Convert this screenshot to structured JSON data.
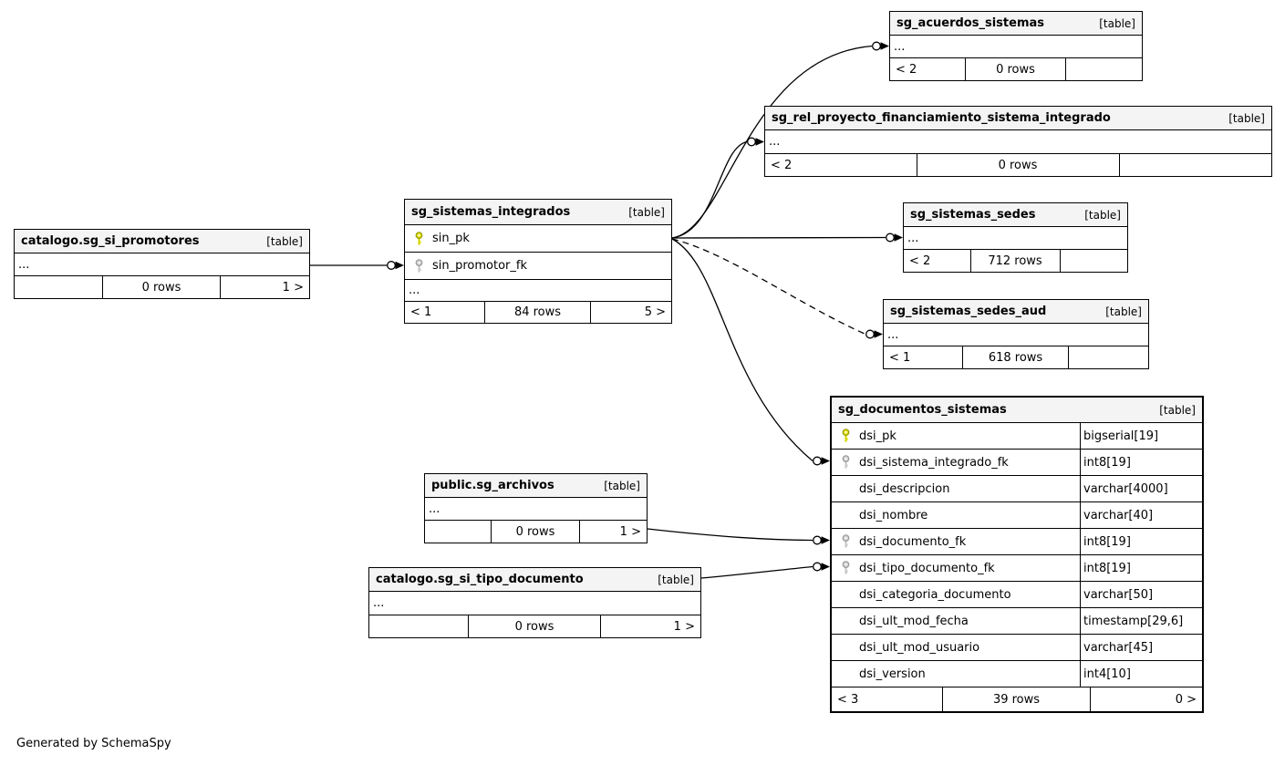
{
  "footer_note": "Generated by SchemaSpy",
  "ellipsis_label": "...",
  "icon_colors": {
    "primary_key_fill": "#e3e312",
    "primary_key_stroke": "#969600",
    "foreign_key_fill": "#d2d2d2",
    "foreign_key_stroke": "#999999"
  },
  "tables": [
    {
      "id": "sg_si_promotores",
      "title": "catalogo.sg_si_promotores",
      "badge": "[table]",
      "columns": [],
      "has_ellipsis": true,
      "footer": [
        "",
        "0 rows",
        "1 >"
      ]
    },
    {
      "id": "sg_sistemas_integrados",
      "title": "sg_sistemas_integrados",
      "badge": "[table]",
      "columns": [
        {
          "icon": "primary-key",
          "name": "sin_pk",
          "type": ""
        },
        {
          "icon": "foreign-key",
          "name": "sin_promotor_fk",
          "type": ""
        }
      ],
      "has_ellipsis": true,
      "footer": [
        "< 1",
        "84 rows",
        "5 >"
      ]
    },
    {
      "id": "sg_acuerdos_sistemas",
      "title": "sg_acuerdos_sistemas",
      "badge": "[table]",
      "columns": [],
      "has_ellipsis": true,
      "footer": [
        "< 2",
        "0 rows",
        ""
      ]
    },
    {
      "id": "sg_rel_proyecto_financiamiento_sistema_integrado",
      "title": "sg_rel_proyecto_financiamiento_sistema_integrado",
      "badge": "[table]",
      "columns": [],
      "has_ellipsis": true,
      "footer": [
        "< 2",
        "0 rows",
        ""
      ]
    },
    {
      "id": "sg_sistemas_sedes",
      "title": "sg_sistemas_sedes",
      "badge": "[table]",
      "columns": [],
      "has_ellipsis": true,
      "footer": [
        "< 2",
        "712 rows",
        ""
      ]
    },
    {
      "id": "sg_sistemas_sedes_aud",
      "title": "sg_sistemas_sedes_aud",
      "badge": "[table]",
      "columns": [],
      "has_ellipsis": true,
      "footer": [
        "< 1",
        "618 rows",
        ""
      ]
    },
    {
      "id": "sg_documentos_sistemas",
      "title": "sg_documentos_sistemas",
      "badge": "[table]",
      "emphasized": true,
      "columns": [
        {
          "icon": "primary-key",
          "name": "dsi_pk",
          "type": "bigserial[19]"
        },
        {
          "icon": "foreign-key",
          "name": "dsi_sistema_integrado_fk",
          "type": "int8[19]"
        },
        {
          "icon": "",
          "name": "dsi_descripcion",
          "type": "varchar[4000]"
        },
        {
          "icon": "",
          "name": "dsi_nombre",
          "type": "varchar[40]"
        },
        {
          "icon": "foreign-key",
          "name": "dsi_documento_fk",
          "type": "int8[19]"
        },
        {
          "icon": "foreign-key",
          "name": "dsi_tipo_documento_fk",
          "type": "int8[19]"
        },
        {
          "icon": "",
          "name": "dsi_categoria_documento",
          "type": "varchar[50]"
        },
        {
          "icon": "",
          "name": "dsi_ult_mod_fecha",
          "type": "timestamp[29,6]"
        },
        {
          "icon": "",
          "name": "dsi_ult_mod_usuario",
          "type": "varchar[45]"
        },
        {
          "icon": "",
          "name": "dsi_version",
          "type": "int4[10]"
        }
      ],
      "has_ellipsis": false,
      "footer": [
        "< 3",
        "39 rows",
        "0 >"
      ]
    },
    {
      "id": "sg_archivos",
      "title": "public.sg_archivos",
      "badge": "[table]",
      "columns": [],
      "has_ellipsis": true,
      "footer": [
        "",
        "0 rows",
        "1 >"
      ]
    },
    {
      "id": "sg_si_tipo_documento",
      "title": "catalogo.sg_si_tipo_documento",
      "badge": "[table]",
      "columns": [],
      "has_ellipsis": true,
      "footer": [
        "",
        "0 rows",
        "1 >"
      ]
    }
  ],
  "relationships": [
    {
      "from": "catalogo.sg_si_promotores",
      "to": "sg_sistemas_integrados.sin_promotor_fk",
      "style": "solid"
    },
    {
      "from": "sg_sistemas_integrados.sin_pk",
      "to": "sg_acuerdos_sistemas",
      "style": "solid"
    },
    {
      "from": "sg_sistemas_integrados.sin_pk",
      "to": "sg_rel_proyecto_financiamiento_sistema_integrado",
      "style": "solid"
    },
    {
      "from": "sg_sistemas_integrados.sin_pk",
      "to": "sg_sistemas_sedes",
      "style": "solid"
    },
    {
      "from": "sg_sistemas_integrados.sin_pk",
      "to": "sg_sistemas_sedes_aud",
      "style": "dashed"
    },
    {
      "from": "sg_sistemas_integrados.sin_pk",
      "to": "sg_documentos_sistemas.dsi_sistema_integrado_fk",
      "style": "solid"
    },
    {
      "from": "public.sg_archivos",
      "to": "sg_documentos_sistemas.dsi_documento_fk",
      "style": "solid"
    },
    {
      "from": "catalogo.sg_si_tipo_documento",
      "to": "sg_documentos_sistemas.dsi_tipo_documento_fk",
      "style": "solid"
    }
  ]
}
